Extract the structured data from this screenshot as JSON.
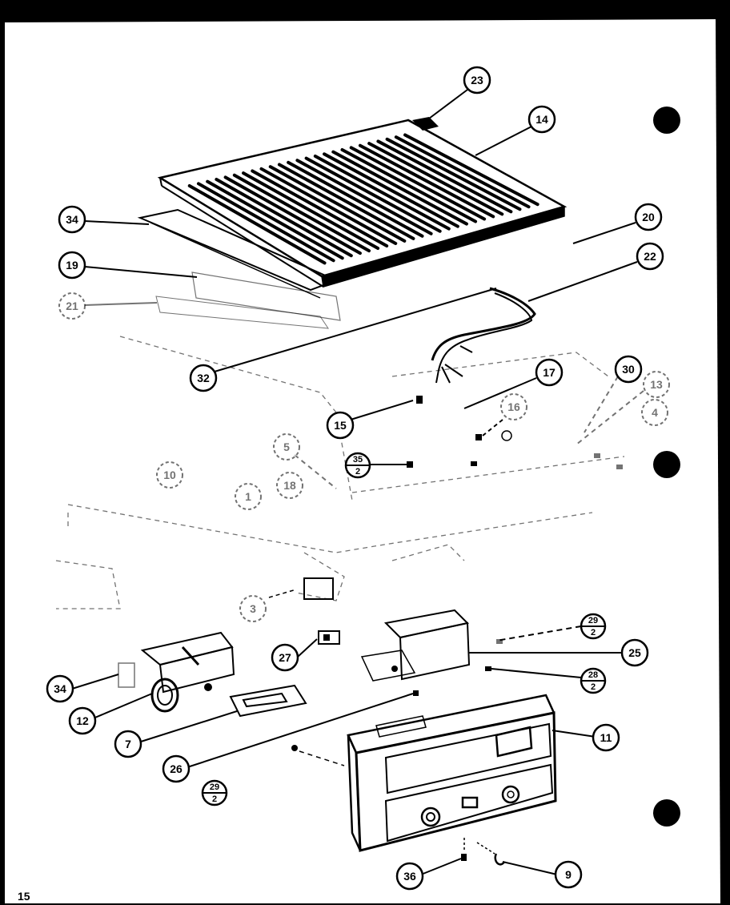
{
  "diagram": {
    "page_number": "15",
    "callouts": [
      {
        "id": "c23",
        "num": "23"
      },
      {
        "id": "c14",
        "num": "14"
      },
      {
        "id": "c34a",
        "num": "34"
      },
      {
        "id": "c20",
        "num": "20"
      },
      {
        "id": "c19",
        "num": "19"
      },
      {
        "id": "c22",
        "num": "22"
      },
      {
        "id": "c21",
        "num": "21"
      },
      {
        "id": "c32",
        "num": "32"
      },
      {
        "id": "c17",
        "num": "17"
      },
      {
        "id": "c30",
        "num": "30"
      },
      {
        "id": "c13",
        "num": "13"
      },
      {
        "id": "c15",
        "num": "15"
      },
      {
        "id": "c16",
        "num": "16"
      },
      {
        "id": "c4",
        "num": "4"
      },
      {
        "id": "c5",
        "num": "5"
      },
      {
        "id": "c10",
        "num": "10"
      },
      {
        "id": "c18",
        "num": "18"
      },
      {
        "id": "c1",
        "num": "1"
      },
      {
        "id": "c3",
        "num": "3"
      },
      {
        "id": "c27",
        "num": "27"
      },
      {
        "id": "c25",
        "num": "25"
      },
      {
        "id": "c34b",
        "num": "34"
      },
      {
        "id": "c12",
        "num": "12"
      },
      {
        "id": "c7",
        "num": "7"
      },
      {
        "id": "c11",
        "num": "11"
      },
      {
        "id": "c26",
        "num": "26"
      },
      {
        "id": "c36",
        "num": "36"
      },
      {
        "id": "c9",
        "num": "9"
      }
    ],
    "fraction_callouts": [
      {
        "id": "f35",
        "num": "35",
        "den": "2"
      },
      {
        "id": "f29a",
        "num": "29",
        "den": "2"
      },
      {
        "id": "f28",
        "num": "28",
        "den": "2"
      },
      {
        "id": "f29b",
        "num": "29",
        "den": "2"
      }
    ]
  }
}
